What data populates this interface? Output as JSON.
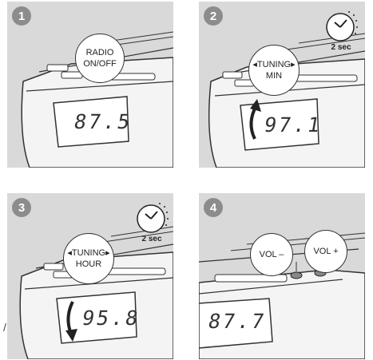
{
  "steps": [
    {
      "number": "1",
      "callout_lines": [
        "RADIO",
        "ON/OFF"
      ],
      "display": "87.5"
    },
    {
      "number": "2",
      "callout_lines": [
        "◂TUNING▸",
        "MIN"
      ],
      "display": "97.1",
      "timer_label": "2 sec"
    },
    {
      "number": "3",
      "callout_lines": [
        "◂TUNING▸",
        "HOUR"
      ],
      "display": "95.8",
      "timer_label": "2 sec"
    },
    {
      "number": "4",
      "callout_left": "VOL –",
      "callout_right": "VOL +",
      "display": "87.7"
    }
  ],
  "stray_mark": "/",
  "colors": {
    "panel": "#d9d9d9",
    "badge": "#8c8c8c",
    "line": "#333333"
  }
}
